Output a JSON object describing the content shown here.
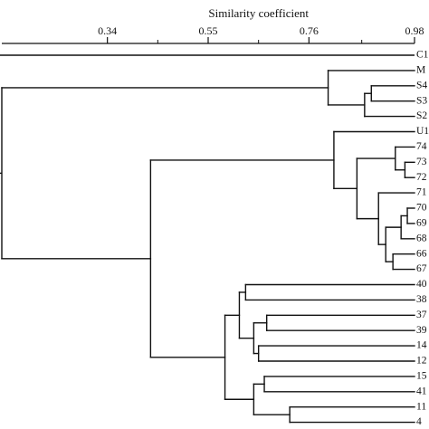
{
  "chart_data": {
    "type": "dendrogram",
    "title": "Similarity coefficient",
    "xlim": [
      0.12,
      0.98
    ],
    "ticks": [
      "0.34",
      "0.55",
      "0.76",
      "0.98"
    ],
    "tick_values": [
      0.34,
      0.55,
      0.76,
      0.98
    ],
    "leaves": [
      "C1",
      "M",
      "S4",
      "S3",
      "S2",
      "U1",
      "74",
      "73",
      "72",
      "71",
      "70",
      "69",
      "68",
      "66",
      "67",
      "40",
      "38",
      "37",
      "39",
      "14",
      "12",
      "15",
      "41",
      "11",
      "4"
    ],
    "merges": [
      {
        "a": "S4",
        "b": "S3",
        "height": 0.89
      },
      {
        "a": "S4|S3",
        "b": "S2",
        "height": 0.876
      },
      {
        "a": "M",
        "b": "S4|S3|S2",
        "height": 0.8
      },
      {
        "a": "73",
        "b": "72",
        "height": 0.96
      },
      {
        "a": "74",
        "b": "73|72",
        "height": 0.94
      },
      {
        "a": "70",
        "b": "69",
        "height": 0.965
      },
      {
        "a": "70|69",
        "b": "68",
        "height": 0.952
      },
      {
        "a": "66",
        "b": "67",
        "height": 0.935
      },
      {
        "a": "70|69|68",
        "b": "66|67",
        "height": 0.92
      },
      {
        "a": "71",
        "b": "70|69|68|66|67",
        "height": 0.905
      },
      {
        "a": "74|73|72",
        "b": "71|70|69|68|66|67",
        "height": 0.86
      },
      {
        "a": "U1",
        "b": "74|73|72|71|70|69|68|66|67",
        "height": 0.812
      },
      {
        "a": "40",
        "b": "38",
        "height": 0.628
      },
      {
        "a": "37",
        "b": "39",
        "height": 0.672
      },
      {
        "a": "14",
        "b": "12",
        "height": 0.655
      },
      {
        "a": "37|39",
        "b": "14|12",
        "height": 0.645
      },
      {
        "a": "40|38",
        "b": "37|39|14|12",
        "height": 0.615
      },
      {
        "a": "15",
        "b": "41",
        "height": 0.667
      },
      {
        "a": "11",
        "b": "4",
        "height": 0.72
      },
      {
        "a": "15|41",
        "b": "11|4",
        "height": 0.645
      },
      {
        "a": "40|38|37|39|14|12",
        "b": "15|41|11|4",
        "height": 0.585
      },
      {
        "a": "U1|74|73|72|71|70|69|68|66|67",
        "b": "40|38|37|39|14|12|15|41|11|4",
        "height": 0.43
      },
      {
        "a": "M|S4|S3|S2",
        "b": "U1|74|73|72|71|70|69|68|66|67|40|38|37|39|14|12|15|41|11|4",
        "height": 0.12
      }
    ],
    "orientation": "mirrored-horizontal"
  }
}
